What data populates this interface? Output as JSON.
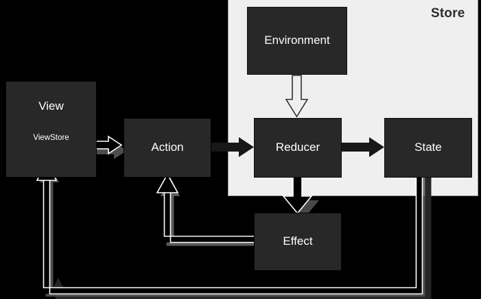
{
  "diagram": {
    "title_visible": "Store",
    "background_color": "#000000",
    "store_fill": "#efefef",
    "node_fill": "#282828",
    "node_text_color": "#ffffff",
    "store_label_color": "#2b2b2b",
    "light_arrow_color": "#ffffff",
    "dark_arrow_color": "#1a1a1a"
  },
  "store": {
    "label": "Store"
  },
  "nodes": {
    "view": {
      "title": "View",
      "subtitle": "ViewStore"
    },
    "action": {
      "title": "Action"
    },
    "environment": {
      "title": "Environment"
    },
    "reducer": {
      "title": "Reducer"
    },
    "state": {
      "title": "State"
    },
    "effect": {
      "title": "Effect"
    }
  },
  "edges": [
    {
      "name": "viewstore-to-action",
      "from": "ViewStore",
      "to": "Action",
      "style": "outlined-light"
    },
    {
      "name": "action-to-reducer",
      "from": "Action",
      "to": "Reducer",
      "style": "solid-dark"
    },
    {
      "name": "environment-to-reducer",
      "from": "Environment",
      "to": "Reducer",
      "style": "outlined-light"
    },
    {
      "name": "reducer-to-state",
      "from": "Reducer",
      "to": "State",
      "style": "solid-dark"
    },
    {
      "name": "reducer-to-effect",
      "from": "Reducer",
      "to": "Effect",
      "style": "outlined-light"
    },
    {
      "name": "effect-to-action",
      "from": "Effect",
      "to": "Action",
      "style": "outlined-light"
    },
    {
      "name": "state-to-viewstore",
      "from": "State",
      "to": "ViewStore",
      "style": "outlined-light"
    },
    {
      "name": "state-to-view-bottom",
      "from": "State",
      "to": "View",
      "style": "solid-dark"
    }
  ]
}
